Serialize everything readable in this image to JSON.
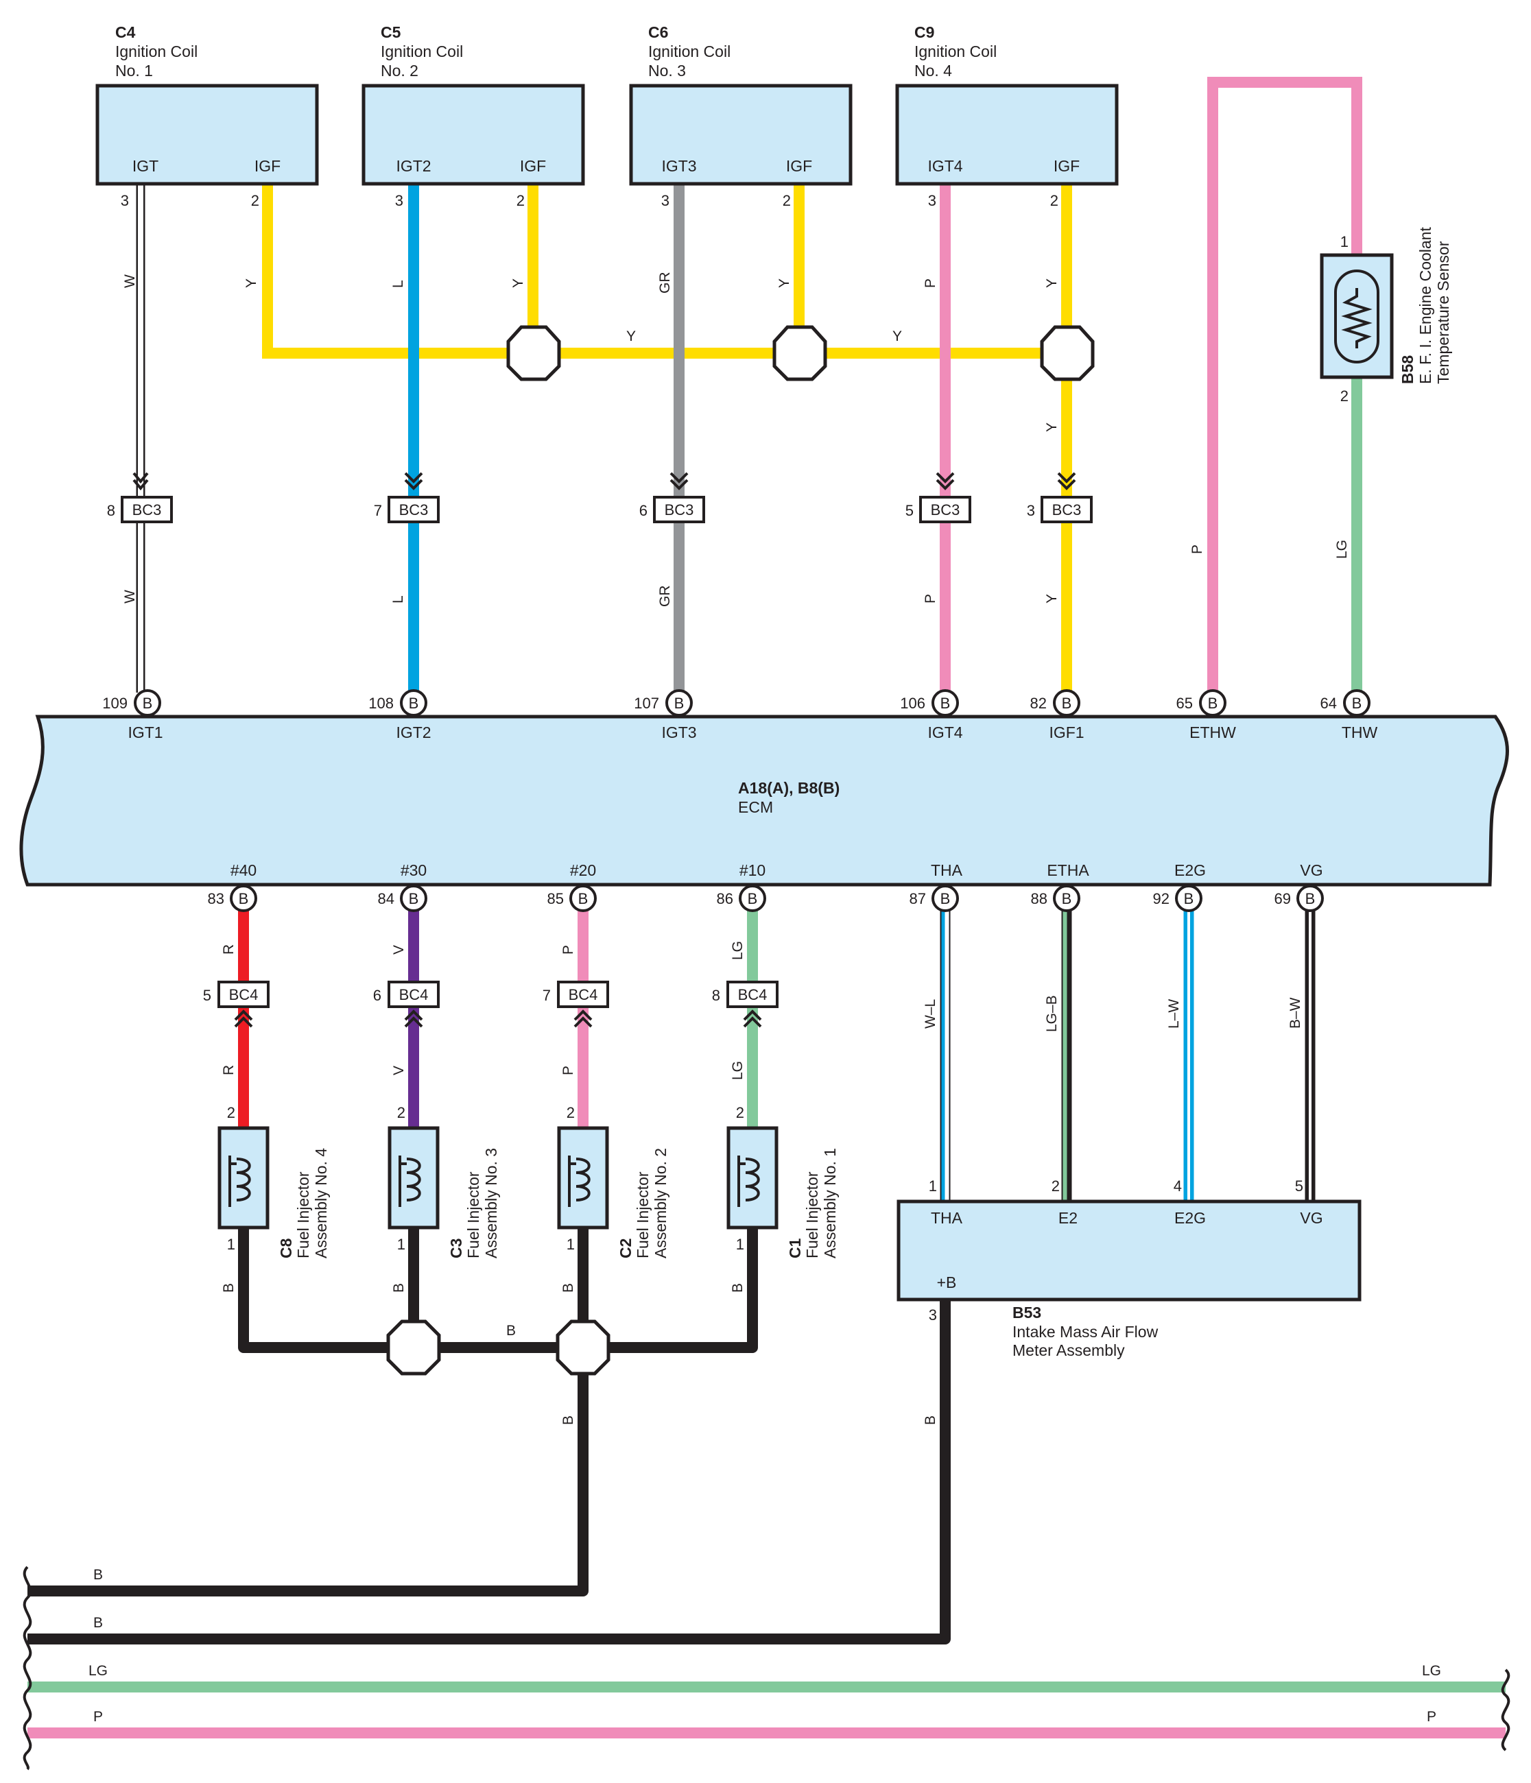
{
  "ignition_coils": [
    {
      "code": "C4",
      "name": "Ignition Coil",
      "number": "No.  1",
      "pin_a": "IGT",
      "pin_b": "IGF"
    },
    {
      "code": "C5",
      "name": "Ignition Coil",
      "number": "No.  2",
      "pin_a": "IGT2",
      "pin_b": "IGF"
    },
    {
      "code": "C6",
      "name": "Ignition Coil",
      "number": "No.  3",
      "pin_a": "IGT3",
      "pin_b": "IGF"
    },
    {
      "code": "C9",
      "name": "Ignition Coil",
      "number": "No.  4",
      "pin_a": "IGT4",
      "pin_b": "IGF"
    }
  ],
  "coolant_sensor": {
    "code": "B58",
    "line1": "E. F. I.  Engine Coolant",
    "line2": "Temperature Sensor",
    "pin1": "1",
    "pin2": "2"
  },
  "ecm": {
    "code": "A18(A), B8(B)",
    "name": "ECM"
  },
  "ecm_top_pins": [
    {
      "num": "109",
      "letter": "B",
      "name": "IGT1"
    },
    {
      "num": "108",
      "letter": "B",
      "name": "IGT2"
    },
    {
      "num": "107",
      "letter": "B",
      "name": "IGT3"
    },
    {
      "num": "106",
      "letter": "B",
      "name": "IGT4"
    },
    {
      "num": "82",
      "letter": "B",
      "name": "IGF1"
    },
    {
      "num": "65",
      "letter": "B",
      "name": "ETHW"
    },
    {
      "num": "64",
      "letter": "B",
      "name": "THW"
    }
  ],
  "ecm_bottom_pins": [
    {
      "num": "83",
      "letter": "B",
      "name": "#40"
    },
    {
      "num": "84",
      "letter": "B",
      "name": "#30"
    },
    {
      "num": "85",
      "letter": "B",
      "name": "#20"
    },
    {
      "num": "86",
      "letter": "B",
      "name": "#10"
    },
    {
      "num": "87",
      "letter": "B",
      "name": "THA"
    },
    {
      "num": "88",
      "letter": "B",
      "name": "ETHA"
    },
    {
      "num": "92",
      "letter": "B",
      "name": "E2G"
    },
    {
      "num": "69",
      "letter": "B",
      "name": "VG"
    }
  ],
  "bc3_connectors": [
    {
      "pin": "8",
      "label": "BC3"
    },
    {
      "pin": "7",
      "label": "BC3"
    },
    {
      "pin": "6",
      "label": "BC3"
    },
    {
      "pin": "5",
      "label": "BC3"
    },
    {
      "pin": "3",
      "label": "BC3"
    }
  ],
  "bc4_connectors": [
    {
      "pin": "5",
      "label": "BC4"
    },
    {
      "pin": "6",
      "label": "BC4"
    },
    {
      "pin": "7",
      "label": "BC4"
    },
    {
      "pin": "8",
      "label": "BC4"
    }
  ],
  "injectors": [
    {
      "code": "C8",
      "line1": "Fuel Injector",
      "line2": "Assembly No.  4",
      "pin_top": "2",
      "pin_bottom": "1"
    },
    {
      "code": "C3",
      "line1": "Fuel Injector",
      "line2": "Assembly No.  3",
      "pin_top": "2",
      "pin_bottom": "1"
    },
    {
      "code": "C2",
      "line1": "Fuel Injector",
      "line2": "Assembly No.  2",
      "pin_top": "2",
      "pin_bottom": "1"
    },
    {
      "code": "C1",
      "line1": "Fuel Injector",
      "line2": "Assembly No.  1",
      "pin_top": "2",
      "pin_bottom": "1"
    }
  ],
  "maf_meter": {
    "code": "B53",
    "line1": "Intake Mass Air Flow",
    "line2": "Meter Assembly",
    "pins": [
      {
        "num": "1",
        "name": "THA"
      },
      {
        "num": "2",
        "name": "E2"
      },
      {
        "num": "4",
        "name": "E2G"
      },
      {
        "num": "5",
        "name": "VG"
      }
    ],
    "power_label": "+B",
    "power_pin": "3"
  },
  "coil_pin_numbers": {
    "igt": "3",
    "igf": "2"
  },
  "wire_colors": {
    "W": "W",
    "Y": "Y",
    "L": "L",
    "GR": "GR",
    "P": "P",
    "LG": "LG",
    "R": "R",
    "V": "V",
    "B": "B",
    "W-L": "W–L",
    "LG-B": "LG–B",
    "L-W": "L–W",
    "B-W": "B–W"
  },
  "palette": {
    "yellow": "#ffdd00",
    "blue": "#00a3e0",
    "gray": "#939598",
    "pink": "#f08cb9",
    "lightgreen": "#82c99b",
    "red": "#ed1c24",
    "violet": "#662d91",
    "black": "#231f20",
    "box_fill": "#cce9f8"
  }
}
